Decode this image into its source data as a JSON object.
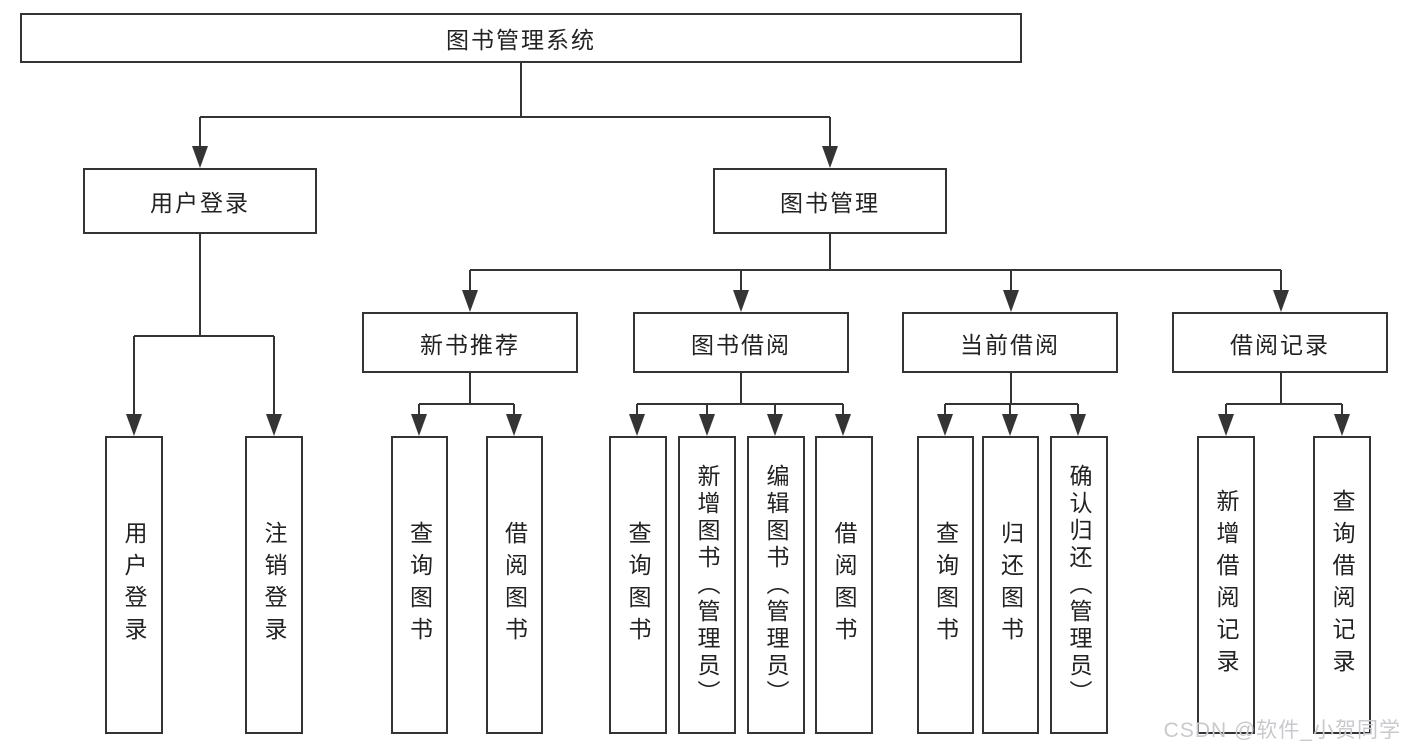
{
  "tree": {
    "label": "图书管理系统",
    "children": [
      {
        "label": "用户登录",
        "children": [
          {
            "label": "用户登录"
          },
          {
            "label": "注销登录"
          }
        ]
      },
      {
        "label": "图书管理",
        "children": [
          {
            "label": "新书推荐",
            "children": [
              {
                "label": "查询图书"
              },
              {
                "label": "借阅图书"
              }
            ]
          },
          {
            "label": "图书借阅",
            "children": [
              {
                "label": "查询图书"
              },
              {
                "label": "新增图书（管理员）"
              },
              {
                "label": "编辑图书（管理员）"
              },
              {
                "label": "借阅图书"
              }
            ]
          },
          {
            "label": "当前借阅",
            "children": [
              {
                "label": "查询图书"
              },
              {
                "label": "归还图书"
              },
              {
                "label": "确认归还（管理员）"
              }
            ]
          },
          {
            "label": "借阅记录",
            "children": [
              {
                "label": "新增借阅记录"
              },
              {
                "label": "查询借阅记录"
              }
            ]
          }
        ]
      }
    ]
  },
  "watermark": {
    "text": "CSDN @软件_小贺同学"
  },
  "colors": {
    "line": "#343434",
    "box-border": "#343434",
    "text": "#222222",
    "watermark": "#c9c9cd",
    "background": "#ffffff"
  }
}
